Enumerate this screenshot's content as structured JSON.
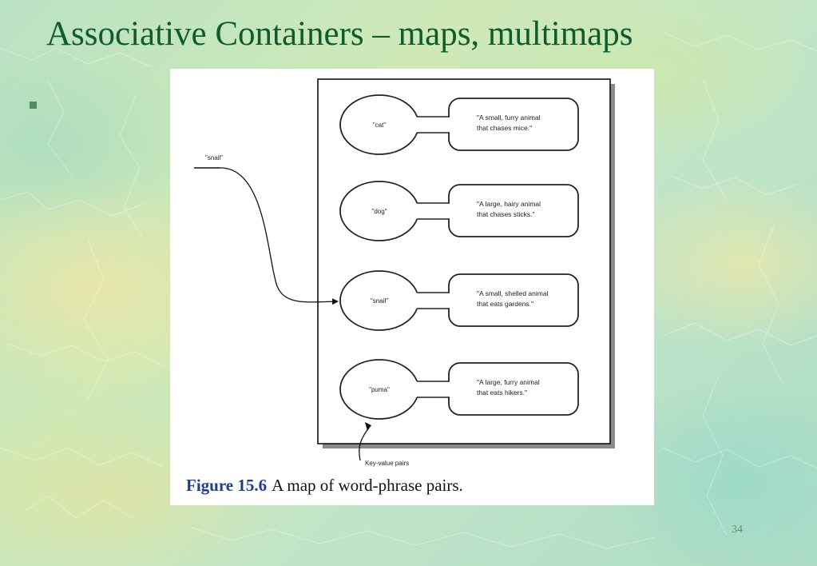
{
  "slide": {
    "title": "Associative Containers – maps, multimaps",
    "page_number": "34"
  },
  "figure": {
    "caption_number": "Figure 15.6",
    "caption_text": "A map of word-phrase pairs.",
    "pointer_label": "\"snail\"",
    "annotation": "Key-value pairs",
    "pairs": [
      {
        "key": "\"cat\"",
        "value_line1": "\"A small, furry animal",
        "value_line2": "that chases mice.\""
      },
      {
        "key": "\"dog\"",
        "value_line1": "\"A large, hairy animal",
        "value_line2": "that chases sticks.\""
      },
      {
        "key": "\"snail\"",
        "value_line1": "\"A small, shelled animal",
        "value_line2": "that eats gardens.\""
      },
      {
        "key": "\"puma\"",
        "value_line1": "\"A large, furry animal",
        "value_line2": "that eats hikers.\""
      }
    ]
  }
}
